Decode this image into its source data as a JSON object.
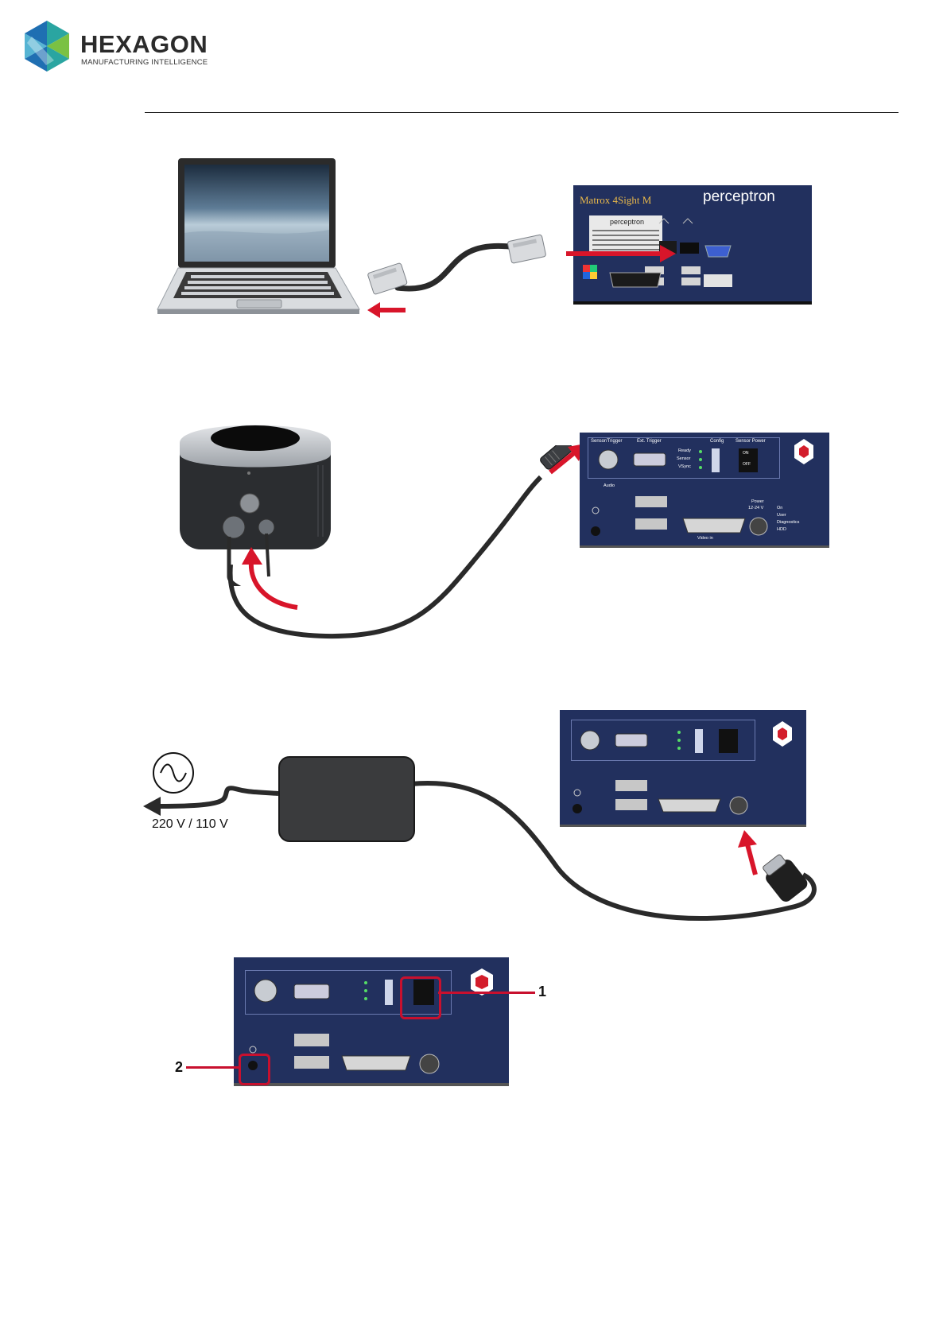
{
  "logo": {
    "name": "HEXAGON",
    "tagline": "MANUFACTURING INTELLIGENCE",
    "colors": {
      "teal": "#2aa5a1",
      "green": "#7ac143",
      "blue": "#1f6fb2",
      "dark": "#2b2b2b"
    }
  },
  "figure1": {
    "pc_model": "Matrox 4Sight M",
    "pc_brand": "perceptron",
    "label_brand": "perceptron"
  },
  "figure2": {
    "panel_top": {
      "sensor_trigger": "Sensor/Trigger",
      "ext_trigger": "Ext. Trigger",
      "config": "Config",
      "sensor_power": "Sensor Power",
      "leds": [
        "Ready",
        "Sensor",
        "VSync"
      ],
      "switch_on": "ON",
      "switch_off": "OFF"
    },
    "panel_bottom": {
      "audio": "Audio",
      "power": "Power",
      "power_voltage": "12-24 V",
      "status_leds": [
        "On",
        "User",
        "Diagnostics",
        "HDD"
      ],
      "video_in": "Video in"
    }
  },
  "figure3": {
    "mains_voltage": "220 V / 110 V"
  },
  "figure4": {
    "callouts": [
      "1",
      "2"
    ]
  },
  "colors": {
    "panel_blue": "#22305e",
    "arrow_red": "#d8152a",
    "callout_red": "#c8102e",
    "cable": "#2a2a2a"
  }
}
